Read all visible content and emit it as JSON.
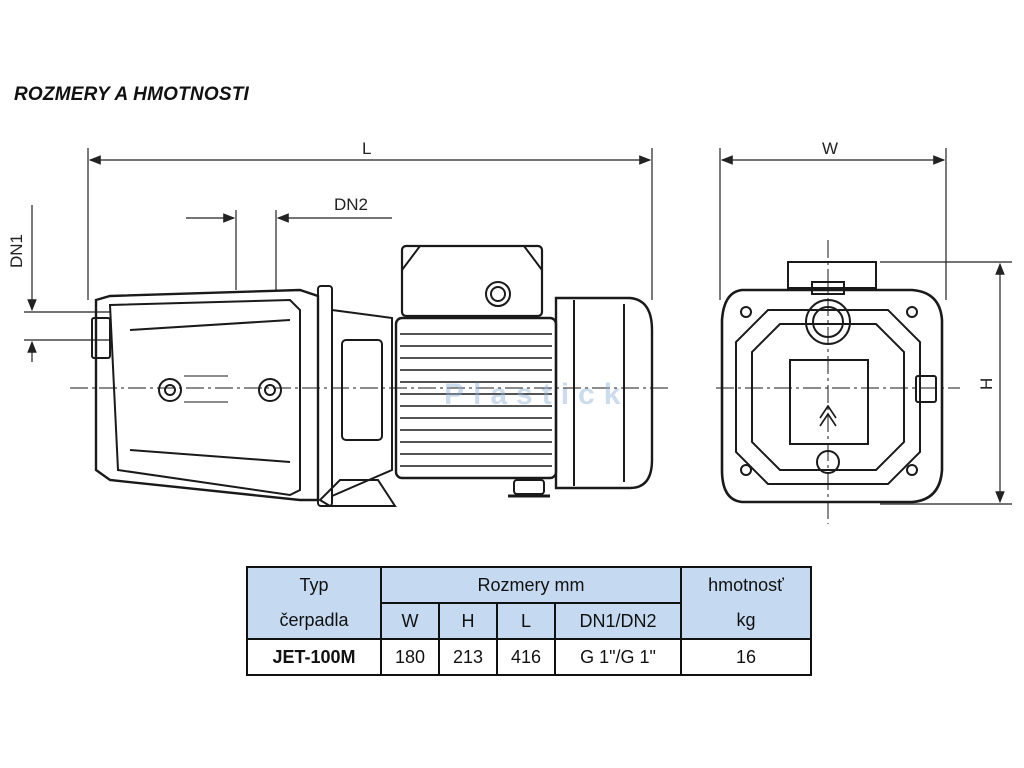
{
  "page": {
    "title": "ROZMERY A HMOTNOSTI"
  },
  "drawing": {
    "dim_labels": {
      "length": "L",
      "width": "W",
      "height": "H",
      "dn1": "DN1",
      "dn2": "DN2"
    },
    "watermark": "Plastick"
  },
  "table": {
    "headers": {
      "typ_line1": "Typ",
      "typ_line2": "čerpadla",
      "rozmery": "Rozmery  mm",
      "hmotnost_line1": "hmotnosť",
      "hmotnost_line2": "kg",
      "w": "W",
      "h": "H",
      "l": "L",
      "dn": "DN1/DN2"
    },
    "rows": [
      {
        "typ": "JET-100M",
        "w": "180",
        "h": "213",
        "l": "416",
        "dn": "G 1\"/G 1\"",
        "kg": "16"
      }
    ]
  }
}
